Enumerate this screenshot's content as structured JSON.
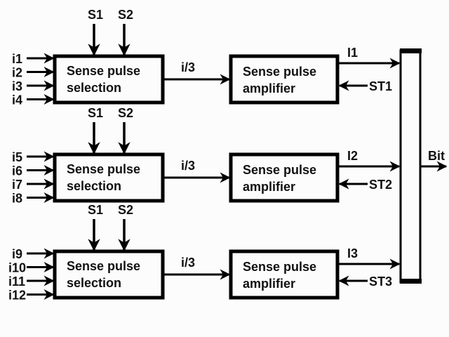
{
  "diagram": {
    "colors": {
      "stroke": "#000000",
      "background": "#fcfcfc",
      "text": "#111111"
    },
    "rows": [
      {
        "inputs": [
          "i1",
          "i2",
          "i3",
          "i4"
        ],
        "select_signals": [
          "S1",
          "S2"
        ],
        "selection_block": {
          "line1": "Sense pulse",
          "line2": "selection"
        },
        "link_label": "i/3",
        "amplifier_block": {
          "line1": "Sense pulse",
          "line2": "amplifier"
        },
        "output_label": "I1",
        "strobe_label": "ST1"
      },
      {
        "inputs": [
          "i5",
          "i6",
          "i7",
          "i8"
        ],
        "select_signals": [
          "S1",
          "S2"
        ],
        "selection_block": {
          "line1": "Sense pulse",
          "line2": "selection"
        },
        "link_label": "i/3",
        "amplifier_block": {
          "line1": "Sense pulse",
          "line2": "amplifier"
        },
        "output_label": "I2",
        "strobe_label": "ST2"
      },
      {
        "inputs": [
          "i9",
          "i10",
          "i11",
          "i12"
        ],
        "select_signals": [
          "S1",
          "S2"
        ],
        "selection_block": {
          "line1": "Sense pulse",
          "line2": "selection"
        },
        "link_label": "i/3",
        "amplifier_block": {
          "line1": "Sense pulse",
          "line2": "amplifier"
        },
        "output_label": "I3",
        "strobe_label": "ST3"
      }
    ],
    "output": {
      "label": "Bit"
    }
  }
}
